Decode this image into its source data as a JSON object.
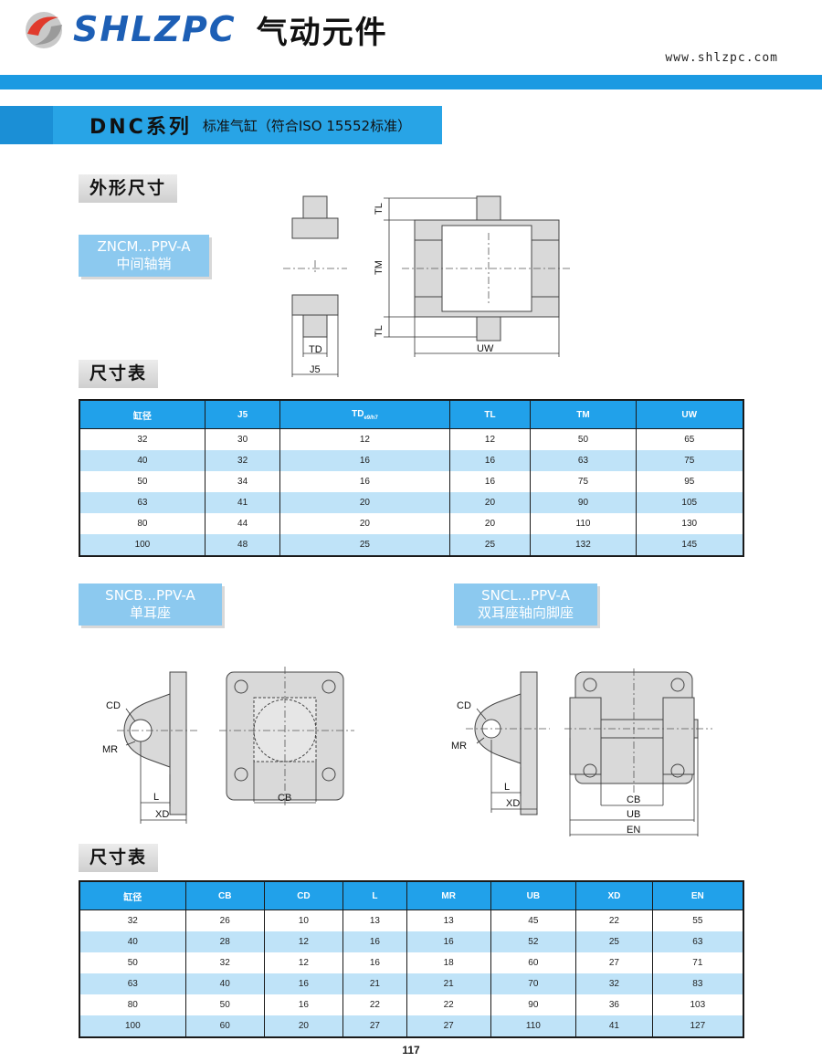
{
  "header": {
    "brand": "SHLZPC",
    "brand_cn": "气动元件",
    "url": "www.shlzpc.com",
    "logo_icon": "swirl-logo-icon",
    "accent_color": "#1b9ae2"
  },
  "title": {
    "main": "DNC系列",
    "sub": "标准气缸（符合ISO 15552标准）"
  },
  "section1": {
    "label": "外形尺寸",
    "variant": {
      "code": "ZNCM...PPV-A",
      "name": "中间轴销"
    },
    "drawing_labels": {
      "tl1": "TL",
      "tm": "TM",
      "tl2": "TL",
      "td": "TD",
      "j5": "J5",
      "uw": "UW"
    }
  },
  "table1": {
    "label": "尺寸表",
    "headers": [
      "缸径",
      "J5",
      "TD",
      "TL",
      "TM",
      "UW"
    ],
    "td_subscript": "e9/h7",
    "rows": [
      [
        "32",
        "30",
        "12",
        "12",
        "50",
        "65"
      ],
      [
        "40",
        "32",
        "16",
        "16",
        "63",
        "75"
      ],
      [
        "50",
        "34",
        "16",
        "16",
        "75",
        "95"
      ],
      [
        "63",
        "41",
        "20",
        "20",
        "90",
        "105"
      ],
      [
        "80",
        "44",
        "20",
        "20",
        "110",
        "130"
      ],
      [
        "100",
        "48",
        "25",
        "25",
        "132",
        "145"
      ]
    ]
  },
  "section2": {
    "variant_left": {
      "code": "SNCB...PPV-A",
      "name": "单耳座"
    },
    "variant_right": {
      "code": "SNCL...PPV-A",
      "name": "双耳座轴向脚座"
    },
    "drawing_labels_left": {
      "cd": "CD",
      "mr": "MR",
      "l": "L",
      "xd": "XD",
      "cb": "CB"
    },
    "drawing_labels_right": {
      "cd": "CD",
      "mr": "MR",
      "l": "L",
      "xd": "XD",
      "cb": "CB",
      "ub": "UB",
      "en": "EN"
    }
  },
  "table2": {
    "label": "尺寸表",
    "headers": [
      "缸径",
      "CB",
      "CD",
      "L",
      "MR",
      "UB",
      "XD",
      "EN"
    ],
    "rows": [
      [
        "32",
        "26",
        "10",
        "13",
        "13",
        "45",
        "22",
        "55"
      ],
      [
        "40",
        "28",
        "12",
        "16",
        "16",
        "52",
        "25",
        "63"
      ],
      [
        "50",
        "32",
        "12",
        "16",
        "18",
        "60",
        "27",
        "71"
      ],
      [
        "63",
        "40",
        "16",
        "21",
        "21",
        "70",
        "32",
        "83"
      ],
      [
        "80",
        "50",
        "16",
        "22",
        "22",
        "90",
        "36",
        "103"
      ],
      [
        "100",
        "60",
        "20",
        "27",
        "27",
        "110",
        "41",
        "127"
      ]
    ]
  },
  "page_number": "117"
}
